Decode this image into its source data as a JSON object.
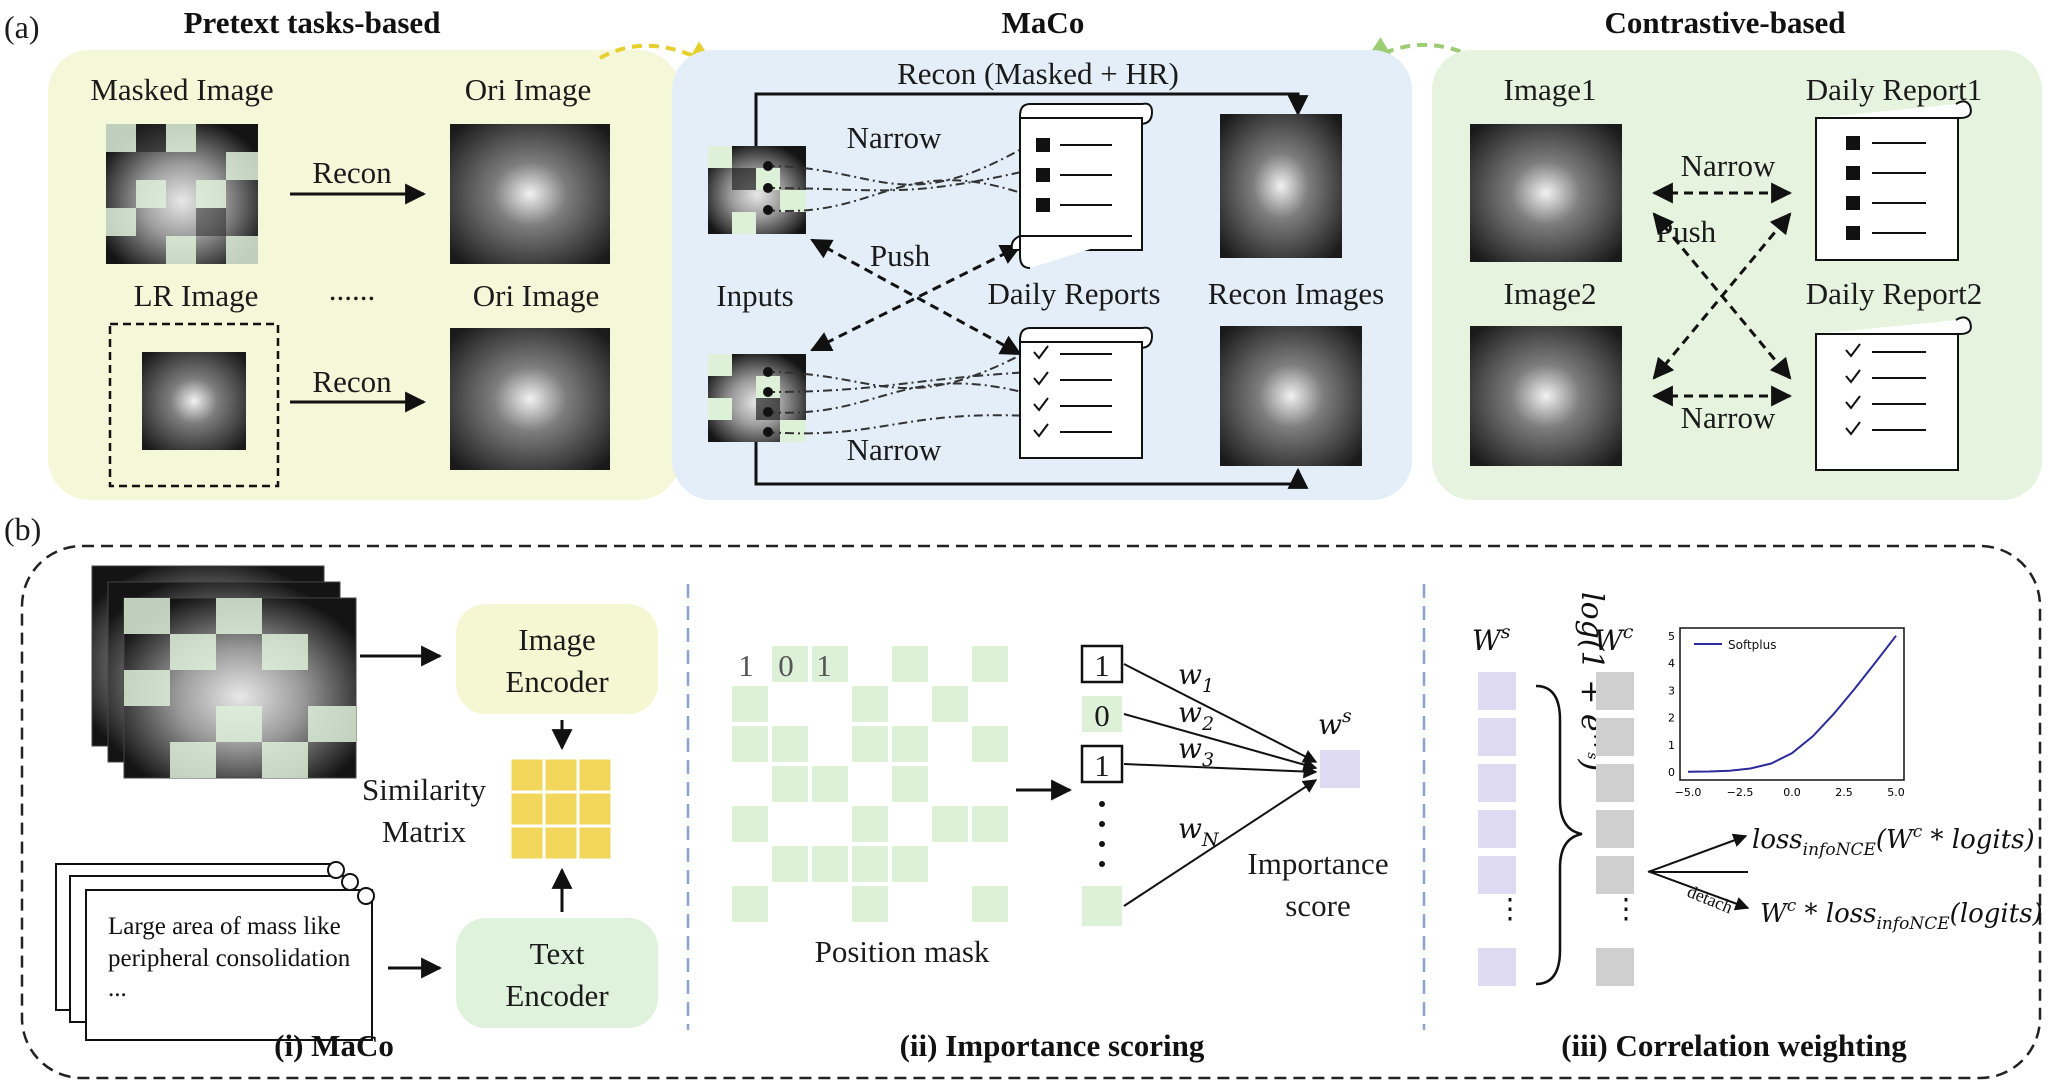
{
  "figure": {
    "panel_a_label": "(a)",
    "panel_b_label": "(b)"
  },
  "pretext": {
    "title": "Pretext tasks-based",
    "masked_image": "Masked Image",
    "ori_image_1": "Ori Image",
    "recon_1": "Recon",
    "lr_image": "LR Image",
    "ellipsis": "......",
    "ori_image_2": "Ori Image",
    "recon_2": "Recon"
  },
  "maco": {
    "title": "MaCo",
    "recon_label": "Recon (Masked + HR)",
    "narrow_top": "Narrow",
    "push": "Push",
    "inputs": "Inputs",
    "daily_reports": "Daily Reports",
    "recon_images": "Recon Images",
    "narrow_bottom": "Narrow"
  },
  "contrastive": {
    "title": "Contrastive-based",
    "image1": "Image1",
    "daily_report1": "Daily Report1",
    "narrow_top": "Narrow",
    "push": "Push",
    "image2": "Image2",
    "daily_report2": "Daily Report2",
    "narrow_bottom": "Narrow"
  },
  "section_i": {
    "image_encoder_l1": "Image",
    "image_encoder_l2": "Encoder",
    "similarity_l1": "Similarity",
    "similarity_l2": "Matrix",
    "report_l1": "Large area of mass like",
    "report_l2": "peripheral consolidation",
    "report_l3": "...",
    "text_encoder_l1": "Text",
    "text_encoder_l2": "Encoder",
    "caption": "(i) MaCo"
  },
  "section_ii": {
    "mask_values": [
      "1",
      "0",
      "1"
    ],
    "position_mask": "Position mask",
    "score_values": [
      "1",
      "0",
      "1"
    ],
    "weights": [
      "w",
      "w",
      "w",
      "w"
    ],
    "weight_subs": [
      "1",
      "2",
      "3",
      "N"
    ],
    "ws": "w",
    "ws_sup": "s",
    "importance_l1": "Importance",
    "importance_l2": "score",
    "caption": "(ii) Importance scoring"
  },
  "section_iii": {
    "ws_label": "W",
    "ws_sup": "s",
    "wc_label": "W",
    "wc_sup": "c",
    "log_formula": "log(1 + e^{W_s})",
    "legend": "Softplus",
    "y_ticks": [
      "5",
      "4",
      "3",
      "2",
      "1",
      "0"
    ],
    "x_ticks": [
      "−5.0",
      "−2.5",
      "0.0",
      "2.5",
      "5.0"
    ],
    "loss1": "loss_{infoNCE}(W^c * logits)",
    "detach": "detach",
    "loss2": "W^c * loss_{infoNCE}(logits)",
    "caption": "(iii) Correlation weighting"
  },
  "colors": {
    "yellow_panel": "#f5f7d9",
    "blue_panel": "#e3eef8",
    "green_panel": "#e6f3de",
    "mask_green": "#ddf0d8",
    "simmatrix": "#f2d75c",
    "encoder_yellow": "#f4f7d2",
    "encoder_green": "#dff2dc",
    "weight_purple": "#dedaf4",
    "weight_grey": "#cfcfcf",
    "curve": "#2b2b9a"
  },
  "chart_data": {
    "type": "line",
    "title": "",
    "series": [
      {
        "name": "Softplus",
        "x": [
          -5.0,
          -4.0,
          -3.0,
          -2.0,
          -1.0,
          0.0,
          1.0,
          2.0,
          3.0,
          4.0,
          5.0
        ],
        "y": [
          0.0067,
          0.018,
          0.049,
          0.127,
          0.313,
          0.693,
          1.313,
          2.127,
          3.049,
          4.018,
          5.0067
        ]
      }
    ],
    "xlim": [
      -5.0,
      5.0
    ],
    "ylim": [
      0,
      5
    ],
    "legend": "top-left",
    "grid": false
  }
}
